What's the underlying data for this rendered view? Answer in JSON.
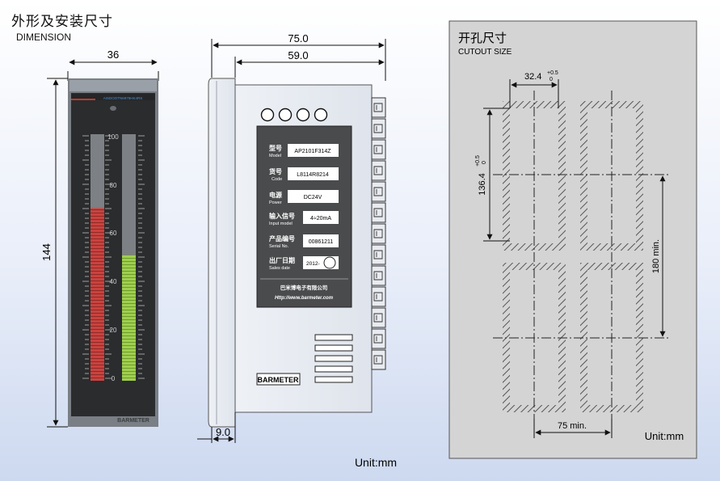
{
  "heading": {
    "cn": "外形及安装尺寸",
    "en": "DIMENSION"
  },
  "dims": {
    "front_width": "36",
    "front_height": "144",
    "side_total": "75.0",
    "side_body": "59.0",
    "bezel": "9.0"
  },
  "bargraph": {
    "top_text": "AISDOOTN6976HK4RS",
    "scale_labels": [
      "100",
      "80",
      "60",
      "40",
      "20",
      "0"
    ],
    "red_level_percent": 70,
    "green_level_percent": 51,
    "brand": "BARMETER"
  },
  "nameplate": {
    "rows": [
      {
        "cn": "型号",
        "en": "Model",
        "value": "AP2101F314Z"
      },
      {
        "cn": "货号",
        "en": "Code",
        "value": "L8114R8214"
      },
      {
        "cn": "电源",
        "en": "Power",
        "value": "DC24V"
      },
      {
        "cn": "输入信号",
        "en": "Input model",
        "value": "4≈20mA"
      },
      {
        "cn": "产品编号",
        "en": "Serial No.",
        "value": "00861211"
      },
      {
        "cn": "出厂日期",
        "en": "Sales date",
        "value": "2012-"
      }
    ],
    "company": "巴米博电子有限公司",
    "website": "Http://www.barmeter.com",
    "brand": "BARMETER"
  },
  "cutout": {
    "title_cn": "开孔尺寸",
    "title_en": "CUTOUT SIZE",
    "width": "32.4",
    "width_tol_plus": "+0.5",
    "width_tol_minus": "0",
    "height": "136.4",
    "height_tol_plus": "+0.5",
    "height_tol_minus": "0",
    "spacing_v": "180 min.",
    "spacing_h": "75 min.",
    "unit": "Unit:mm"
  },
  "unit_main": "Unit:mm"
}
